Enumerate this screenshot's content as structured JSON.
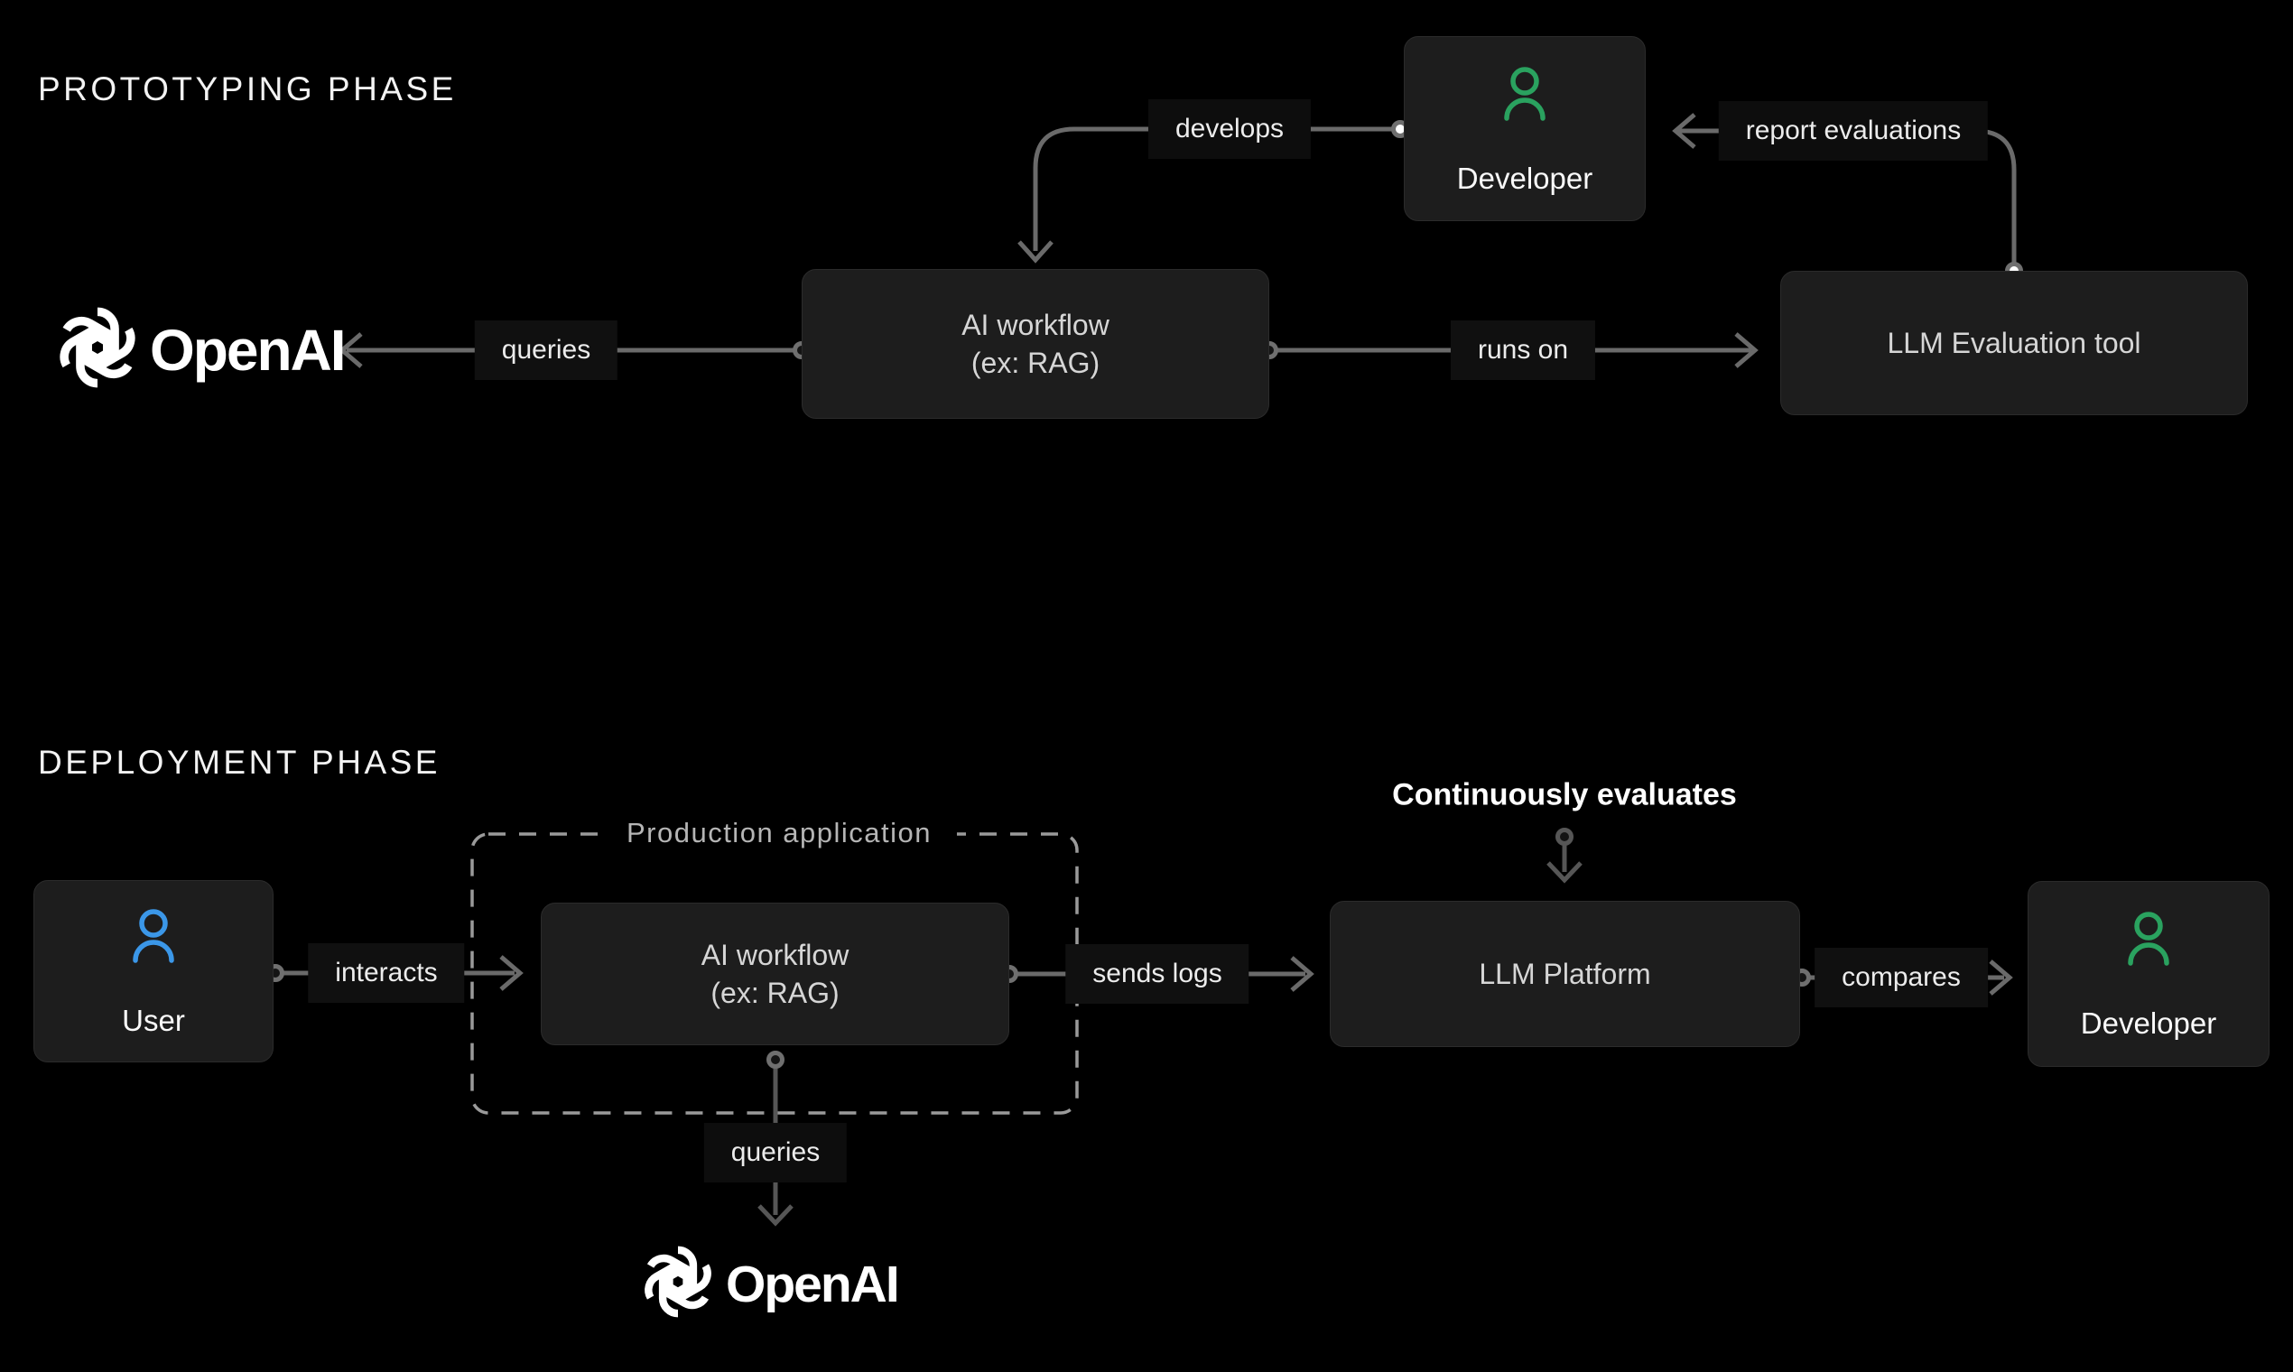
{
  "headings": {
    "prototyping": "PROTOTYPING PHASE",
    "deployment": "DEPLOYMENT PHASE"
  },
  "colors": {
    "background": "#000000",
    "box_background": "#1d1d1d",
    "arrow_gray": "#6a6a6a",
    "dashed_border": "#9a9a9a",
    "developer_icon_green": "#2aa25f",
    "user_icon_blue": "#3b97e8",
    "white": "#ffffff"
  },
  "prototyping": {
    "developer": {
      "label": "Developer"
    },
    "ai_workflow": {
      "line1": "AI workflow",
      "line2": "(ex: RAG)"
    },
    "llm_eval": {
      "label": "LLM Evaluation tool"
    },
    "openai": {
      "wordmark": "OpenAI"
    },
    "edges": {
      "develops": "develops",
      "queries": "queries",
      "runs_on": "runs on",
      "report_evaluations": "report evaluations"
    }
  },
  "deployment": {
    "user": {
      "label": "User"
    },
    "production_app": {
      "label": "Production application"
    },
    "ai_workflow": {
      "line1": "AI workflow",
      "line2": "(ex: RAG)"
    },
    "llm_platform": {
      "label": "LLM Platform"
    },
    "developer": {
      "label": "Developer"
    },
    "openai": {
      "wordmark": "OpenAI"
    },
    "continuously_evaluates": "Continuously evaluates",
    "edges": {
      "interacts": "interacts",
      "sends_logs": "sends logs",
      "compares": "compares",
      "queries": "queries"
    }
  }
}
